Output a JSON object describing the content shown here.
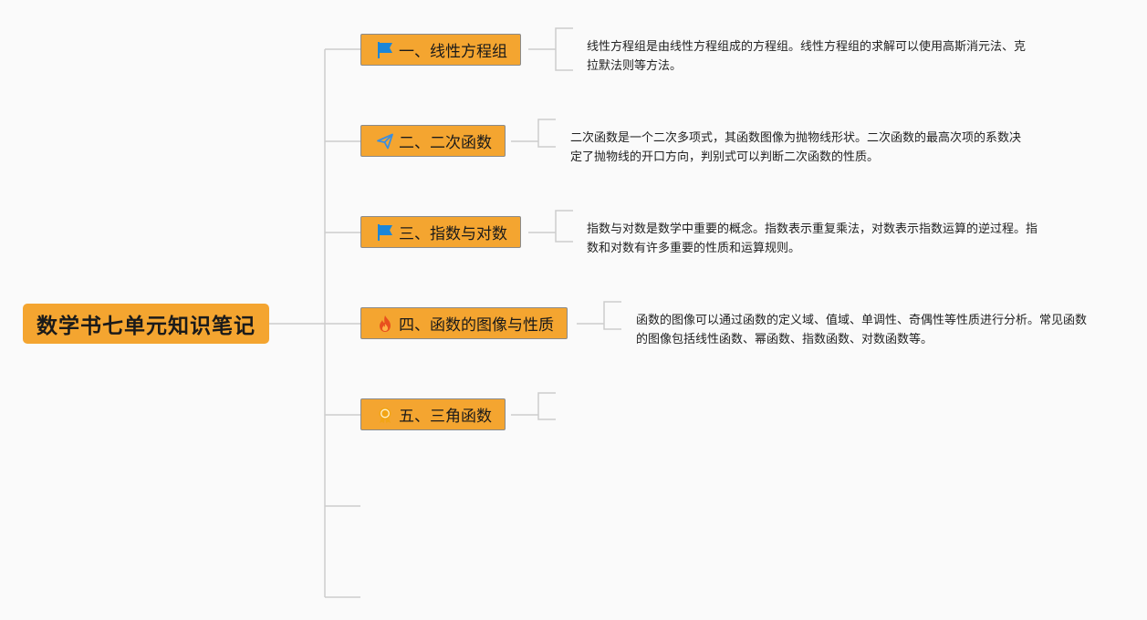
{
  "root": {
    "title": "数学书七单元知识笔记"
  },
  "topics": [
    {
      "label": "一、线性方程组",
      "icon": "flag-icon",
      "note": "线性方程组是由线性方程组成的方程组。线性方程组的求解可以使用高斯消元法、克拉默法则等方法。"
    },
    {
      "label": "二、二次函数",
      "icon": "paper-plane-icon",
      "note": "二次函数是一个二次多项式，其函数图像为抛物线形状。二次函数的最高次项的系数决定了抛物线的开口方向，判别式可以判断二次函数的性质。"
    },
    {
      "label": "三、指数与对数",
      "icon": "flag-icon",
      "note": "指数与对数是数学中重要的概念。指数表示重复乘法，对数表示指数运算的逆过程。指数和对数有许多重要的性质和运算规则。"
    },
    {
      "label": "四、函数的图像与性质",
      "icon": "fire-icon",
      "note": "函数的图像可以通过函数的定义域、值域、单调性、奇偶性等性质进行分析。常见函数的图像包括线性函数、幂函数、指数函数、对数函数等。"
    },
    {
      "label": "五、三角函数",
      "icon": "medal-icon",
      "note": ""
    }
  ],
  "colors": {
    "topic_fill": "#f4a530",
    "connector": "#cccccc",
    "flag": "#1a86d8",
    "plane": "#3a8ee0",
    "fire": "#e8501e",
    "medal": "#f2a516"
  }
}
